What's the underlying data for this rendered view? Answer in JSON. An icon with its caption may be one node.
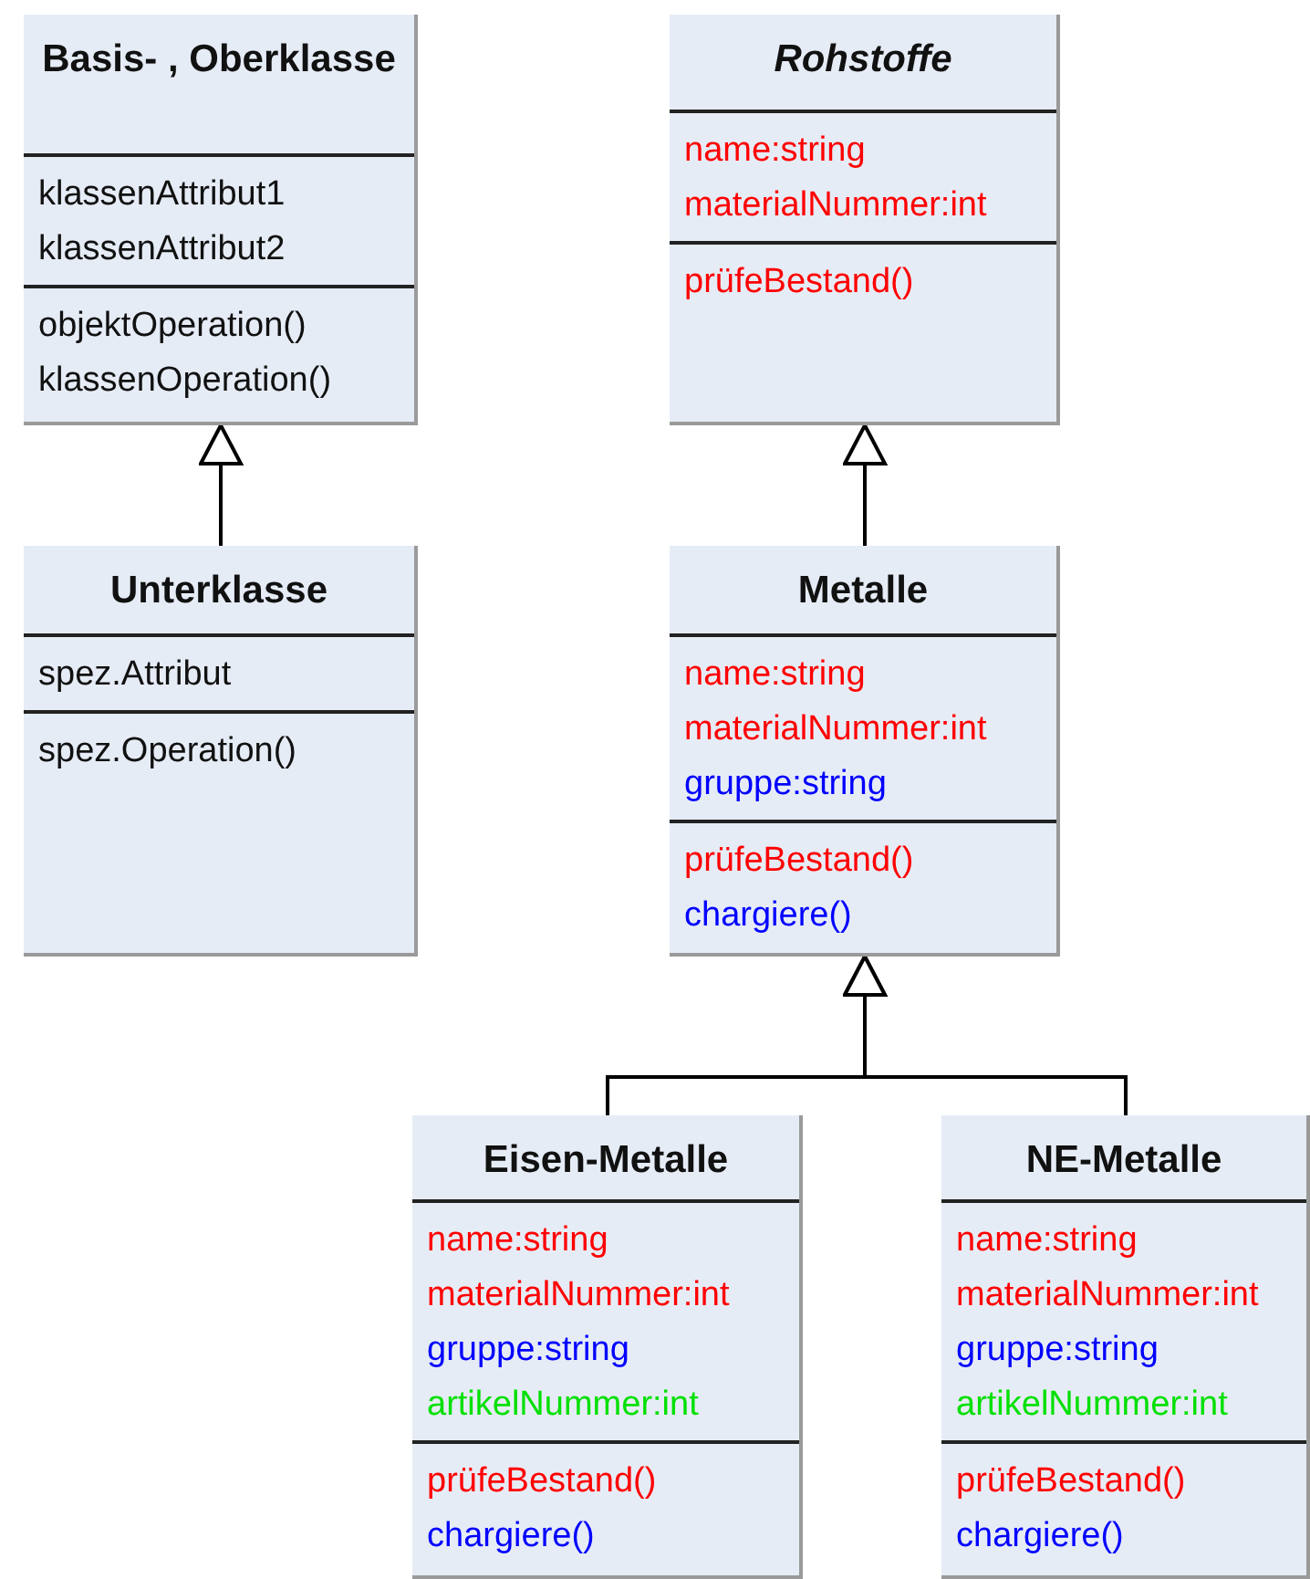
{
  "diagram": {
    "nodes": [
      {
        "text": [
          "Basis- , Oberklasse",
          "klassenAttribut1",
          "klassenAttribut2",
          "objektOperation()",
          "klassenOperation()"
        ]
      },
      {
        "text": [
          "Rohstoffe",
          "name:string",
          "materialNummer:int",
          "prüfeBestand()"
        ]
      },
      {
        "text": [
          "Unterklasse",
          "spez.Attribut",
          "spez.Operation()"
        ]
      },
      {
        "text": [
          "Metalle",
          "name:string",
          "materialNummer:int",
          "gruppe:string",
          "prüfeBestand()",
          "chargiere()"
        ]
      },
      {
        "text": [
          "Eisen-Metalle",
          "name:string",
          "materialNummer:int",
          "gruppe:string",
          "artikelNummer:int",
          "prüfeBestand()",
          "chargiere()"
        ]
      },
      {
        "text": [
          "NE-Metalle",
          "name:string",
          "materialNummer:int",
          "gruppe:string",
          "artikelNummer:int",
          "prüfeBestand()",
          "chargiere()"
        ]
      }
    ],
    "edges": [
      {
        "from": 2,
        "to": 0,
        "arrow": "to"
      },
      {
        "from": 3,
        "to": 1,
        "arrow": "to"
      },
      {
        "from": 4,
        "to": 3,
        "arrow": "to"
      },
      {
        "from": 5,
        "to": 3,
        "arrow": "to"
      }
    ]
  }
}
